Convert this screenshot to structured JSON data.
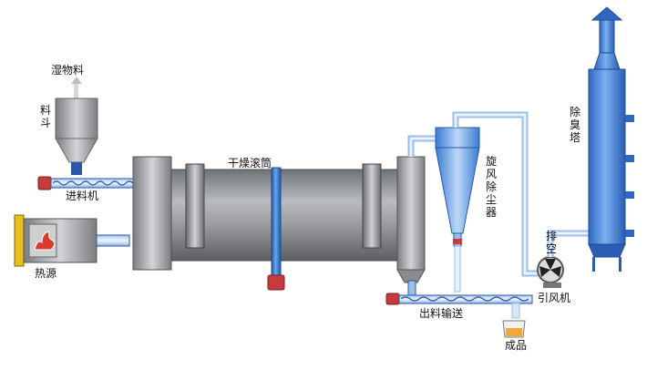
{
  "labels": {
    "wet_material": "湿物料",
    "hopper": "料斗",
    "feed_screw": "进料机",
    "heat_source": "热源",
    "drying_drum": "干燥滚筒",
    "cyclone": "旋风除尘器",
    "exhaust": "排空",
    "deodor_tower": "除臭塔",
    "induced_fan": "引风机",
    "discharge_conveyor": "出料输送",
    "product": "成品"
  },
  "colors": {
    "pipe_blue": "#3a78c9",
    "pipe_light": "#d9e6f5",
    "drum_gray": "#8e9094",
    "motor_red": "#c63c3c",
    "heater_yellow": "#e7c020",
    "flame_red": "#d93a2c"
  }
}
